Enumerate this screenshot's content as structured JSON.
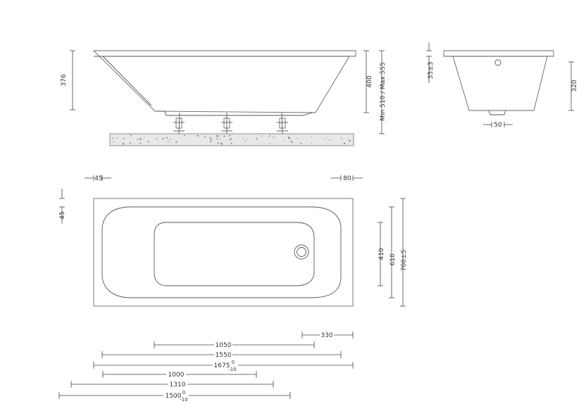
{
  "colors": {
    "line": "#555555",
    "floor": "#e8e8e8",
    "speckle": "#8a8a8a"
  },
  "side_view": {
    "height_left": "376",
    "height_right": "400",
    "leg_range": "Min 510 / Max 555"
  },
  "end_view": {
    "top_lip": "35±3",
    "height": "320",
    "drain_offset": "50"
  },
  "plan_view": {
    "rim_left": "45",
    "rim_right": "80",
    "rim_top": "45",
    "inner_depth": "410",
    "bowl_width": "610",
    "overall_width": "700±5"
  },
  "length_dims": {
    "d330": "330",
    "d1050": "1050",
    "d1550": "1550",
    "d1675": "1675",
    "d1675_tol_plus": "0",
    "d1675_tol_minus": "-10",
    "d1000": "1000",
    "d1310": "1310",
    "d1500": "1500",
    "d1500_tol_plus": "0",
    "d1500_tol_minus": "-10"
  }
}
